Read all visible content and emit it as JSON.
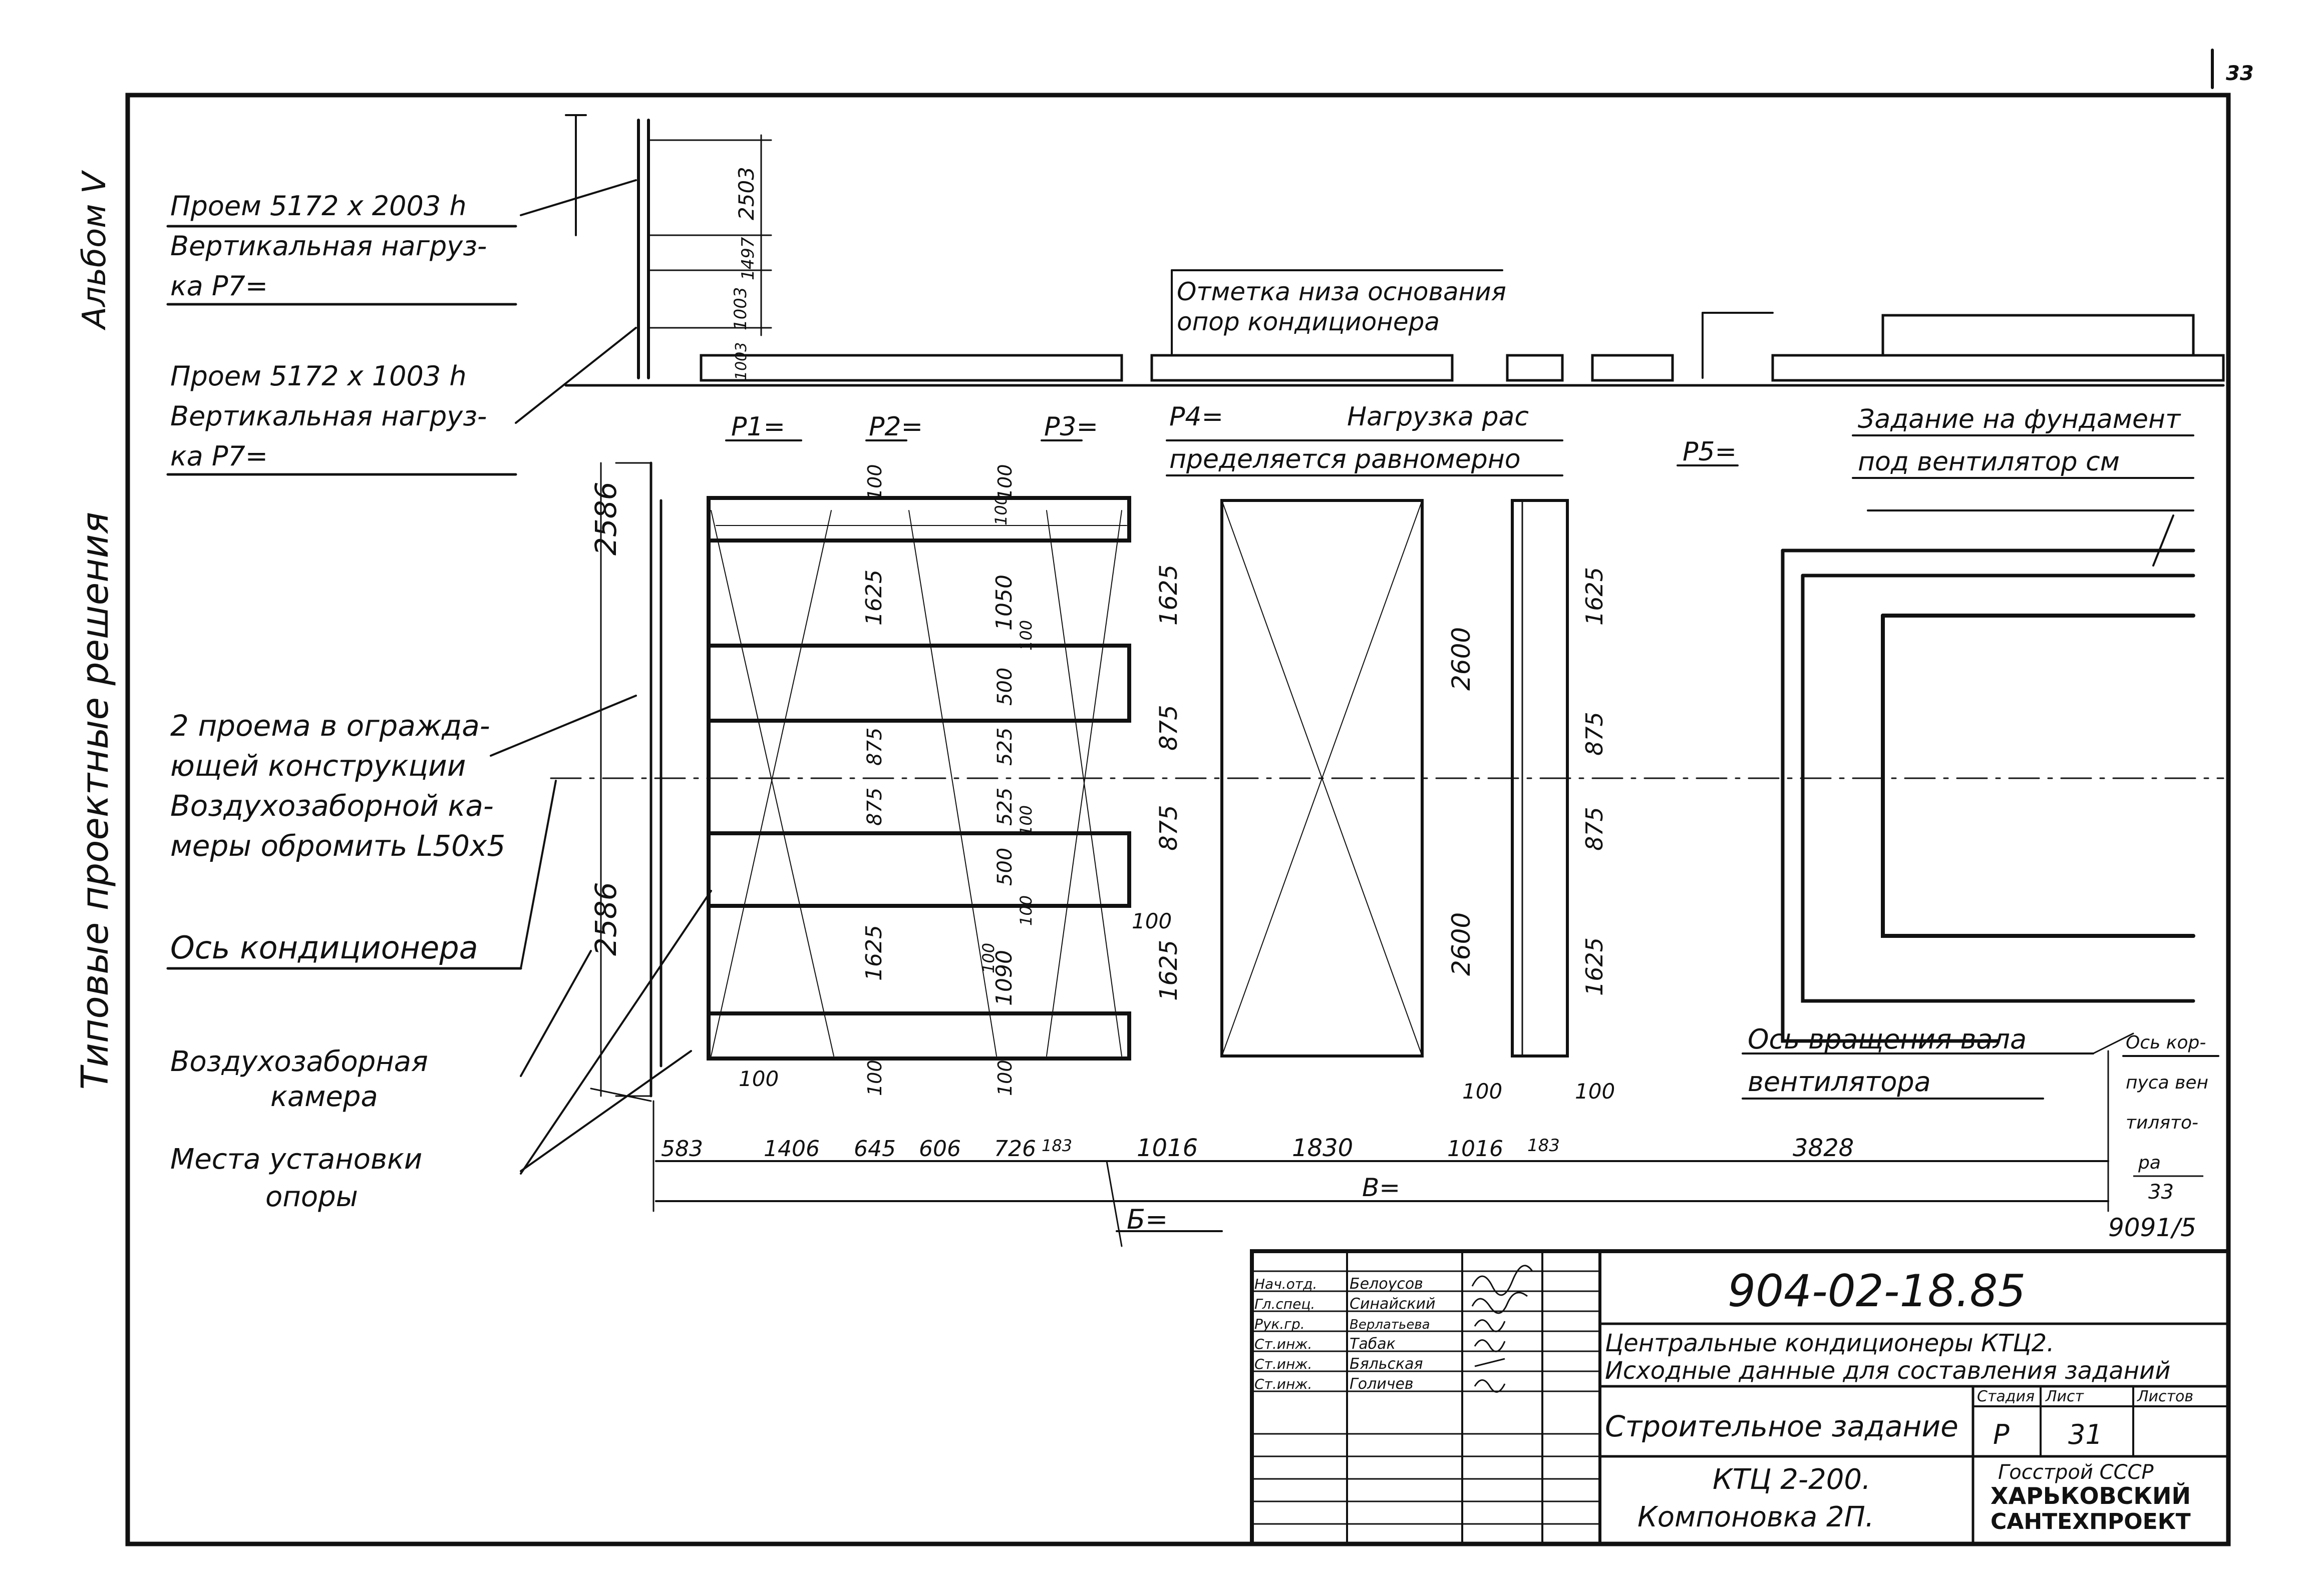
{
  "page_number": "33",
  "side_labels": {
    "album": "Альбом V",
    "series": "Типовые проектные решения"
  },
  "notes": {
    "opening1_line1": "Проем 5172 х 2003 h",
    "opening1_line2": "Вертикальная нагруз-",
    "opening1_line3": "ка P7=",
    "opening2_line1": "Проем 5172 х 1003 h",
    "opening2_line2": "Вертикальная нагруз-",
    "opening2_line3": "ка P7=",
    "frame_line1": "2 проема в огражда-",
    "frame_line2": "ющей конструкции",
    "frame_line3": "Воздухозаборной ка-",
    "frame_line4": "меры обромить L50x5",
    "axis": "Ось кондиционера",
    "chamber_line1": "Воздухозаборная",
    "chamber_line2": "камера",
    "supports_line1": "Места установки",
    "supports_line2": "опоры",
    "base_mark_line1": "Отметка низа основания",
    "base_mark_line2": "опор кондиционера",
    "p1": "P1=",
    "p2": "P2=",
    "p3": "P3=",
    "p4": "P4=",
    "p4_text_line1": "Нагрузка рас",
    "p4_text_line2": "пределяется равномерно",
    "p5": "P5=",
    "fan_task_line1": "Задание на фундамент",
    "fan_task_line2": "под вентилятор см",
    "fan_axis_line1": "Ось вращения вала",
    "fan_axis_line2": "вентилятора",
    "fan_case_line1": "Ось кор-",
    "fan_case_line2": "пуса вен",
    "fan_case_line3": "тилято-",
    "fan_case_line4": "ра",
    "ref_num": "33",
    "ref_den": "9091/5",
    "b_label": "Б=",
    "total_label": "В="
  },
  "dimensions": {
    "left_vertical": [
      "2586",
      "2586"
    ],
    "top_vertical": [
      "2503",
      "1497",
      "1003",
      "1003"
    ],
    "bottom_chain": [
      "583",
      "1406",
      "645",
      "606",
      "726",
      "183",
      "1016",
      "1830",
      "1016",
      "183",
      "3828"
    ],
    "col1": [
      "100",
      "1625",
      "875",
      "875",
      "1625",
      "100"
    ],
    "col2": [
      "100",
      "1050",
      "100",
      "500",
      "525",
      "525",
      "100",
      "500",
      "100",
      "1090",
      "100"
    ],
    "col3": [
      "1625",
      "875",
      "875",
      "1625",
      "100"
    ],
    "col4": [
      "2600",
      "2600"
    ],
    "col5": [
      "1625",
      "875",
      "875",
      "1625"
    ],
    "small": [
      "100",
      "100",
      "100",
      "100",
      "100"
    ]
  },
  "title_block": {
    "doc_code": "904-02-18.85",
    "title_line1": "Центральные кондиционеры КТЦ2.",
    "title_line2": "Исходные данные для составления заданий",
    "sheet_title": "Строительное задание",
    "drawing_line1": "КТЦ 2-200.",
    "drawing_line2": "Компоновка 2П.",
    "stage_header": "Стадия",
    "sheet_header": "Лист",
    "sheets_header": "Листов",
    "stage": "Р",
    "sheet": "31",
    "org_line1": "Госстрой СССР",
    "org_line2": "ХАРЬКОВСКИЙ",
    "org_line3": "САНТЕХПРОЕКТ",
    "signatories": [
      {
        "role": "Нач.отд.",
        "name": "Белоусов"
      },
      {
        "role": "Гл.спец.",
        "name": "Синайский"
      },
      {
        "role": "Рук.гр.",
        "name": "Верлатьева"
      },
      {
        "role": "Ст.инж.",
        "name": "Табак"
      },
      {
        "role": "Ст.инж.",
        "name": "Бяльская"
      },
      {
        "role": "Ст.инж.",
        "name": "Голичев"
      }
    ]
  }
}
